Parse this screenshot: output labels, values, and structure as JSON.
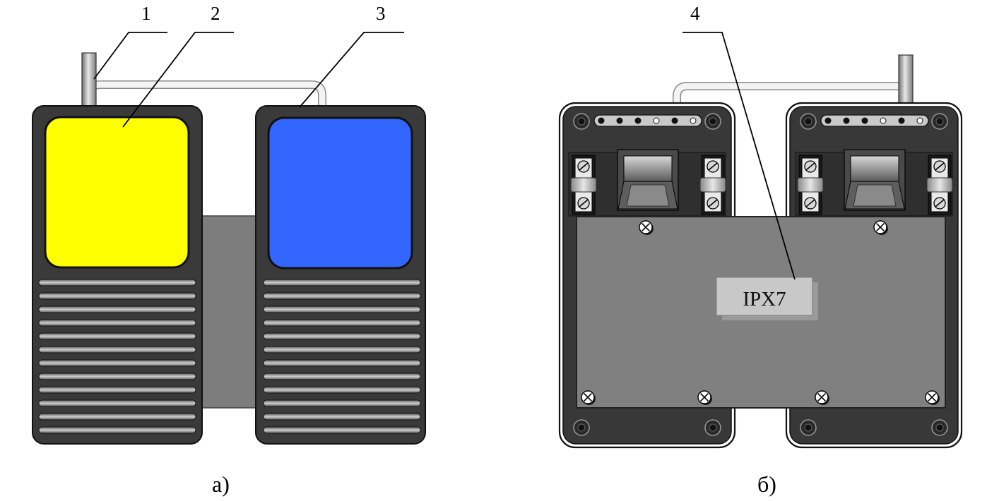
{
  "callouts": [
    {
      "id": "1",
      "text": "1"
    },
    {
      "id": "2",
      "text": "2"
    },
    {
      "id": "3",
      "text": "3"
    },
    {
      "id": "4",
      "text": "4"
    }
  ],
  "captions": {
    "left": "а)",
    "right": "б)"
  },
  "plate_label": "IPX7",
  "colors": {
    "pedal_left_cap": "#ffff00",
    "pedal_right_cap": "#3366ff",
    "housing": "#333333",
    "cover": "#808080",
    "plate": "#c8c8c8"
  },
  "icons": [
    "screw-icon",
    "terminal-icon",
    "cable-icon"
  ]
}
